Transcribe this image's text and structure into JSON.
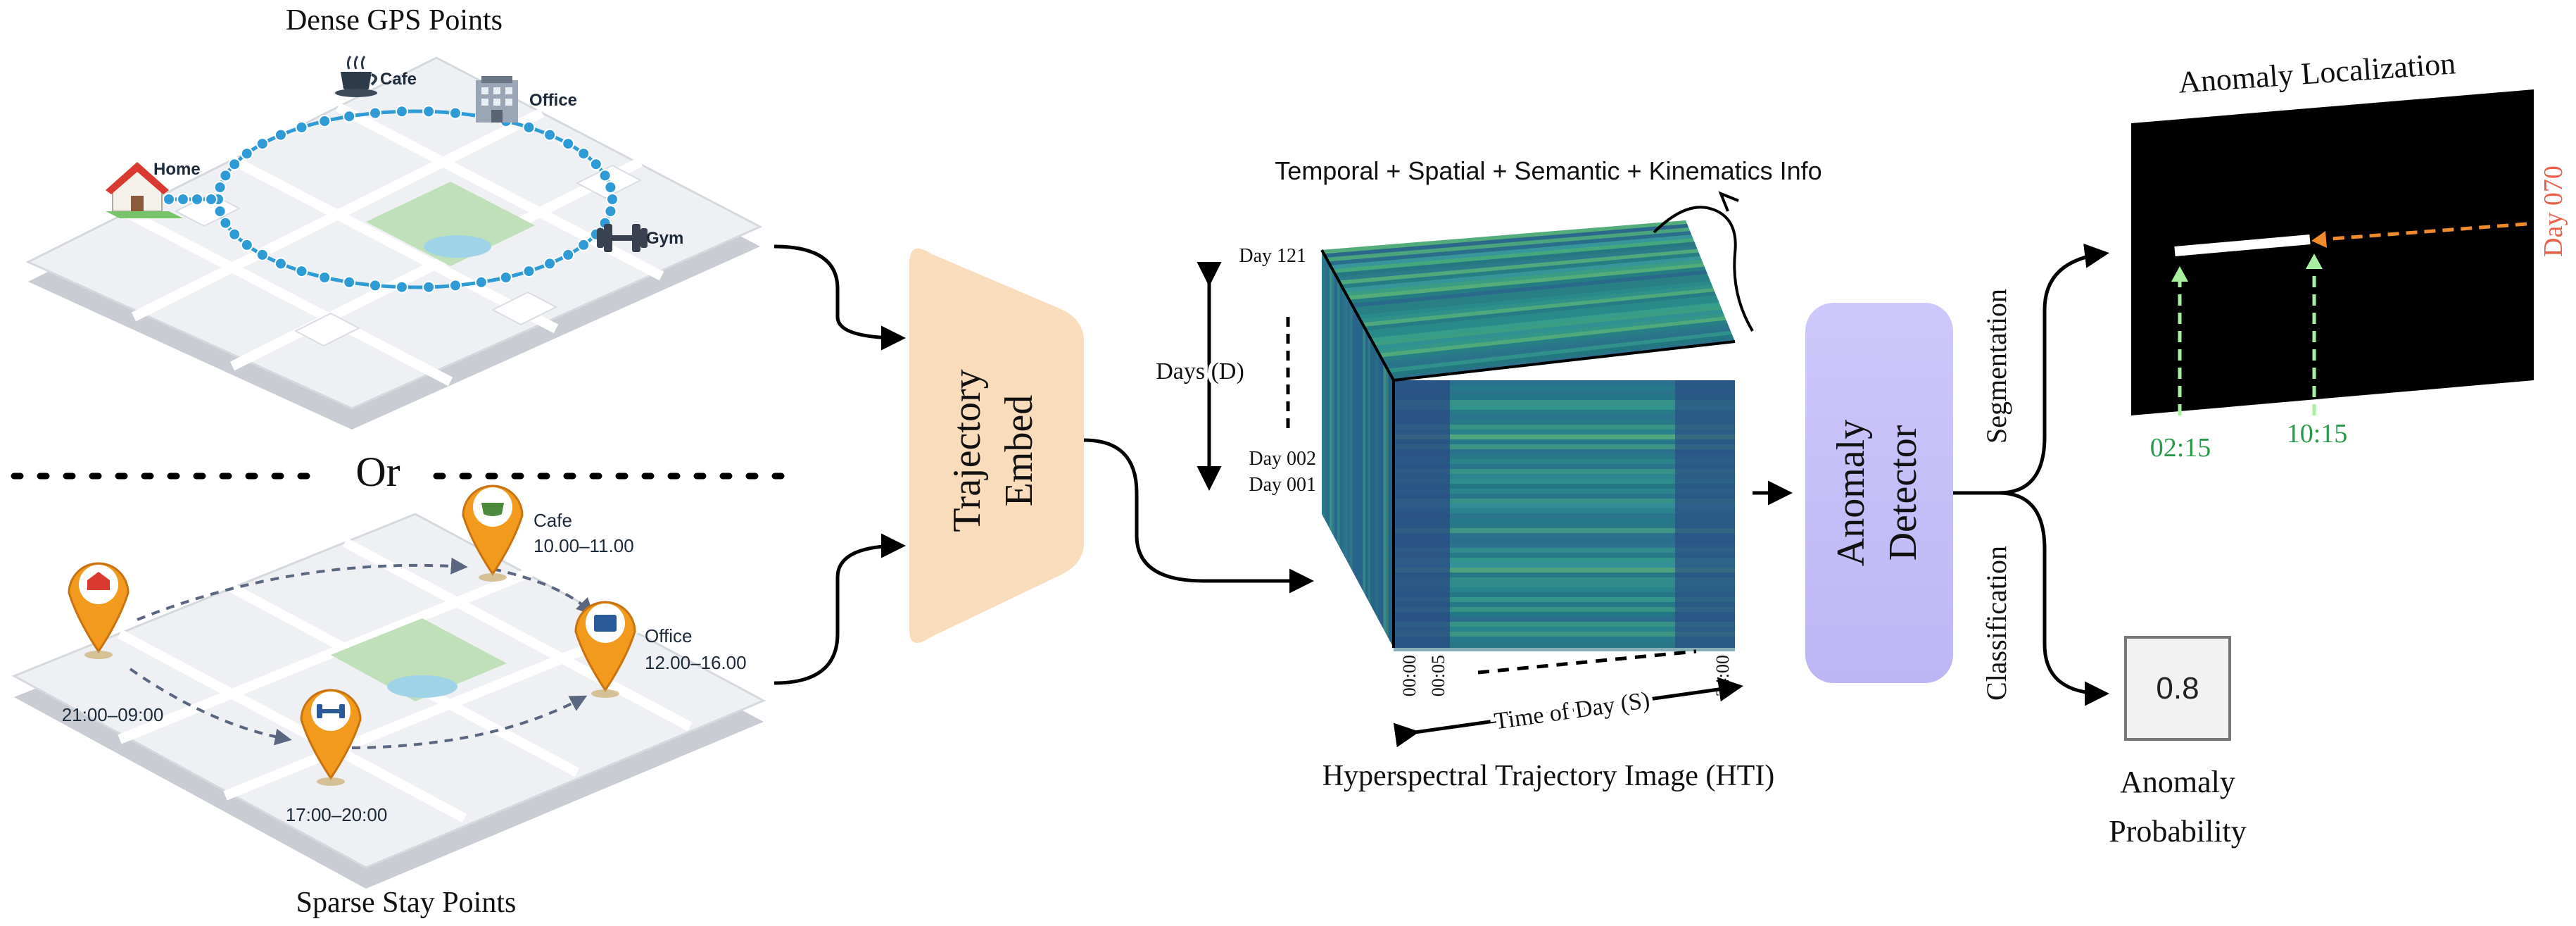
{
  "left_panel": {
    "dense_title": "Dense GPS Points",
    "sparse_title": "Sparse Stay Points",
    "or_label": "Or",
    "dense_places": {
      "home": "Home",
      "cafe": "Cafe",
      "office": "Office",
      "gym": "Gym"
    },
    "sparse_places": {
      "cafe_name": "Cafe",
      "cafe_time": "10.00–11.00",
      "office_name": "Office",
      "office_time": "12.00–16.00",
      "home_time": "21:00–09:00",
      "gym_time": "17:00–20:00"
    }
  },
  "embed_block": {
    "line1": "Trajectory",
    "line2": "Embed"
  },
  "hti": {
    "header": "Temporal + Spatial + Semantic + Kinematics Info",
    "caption": "Hyperspectral Trajectory Image (HTI)",
    "days_axis": "Days (D)",
    "day_top": "Day 121",
    "day_002": "Day 002",
    "day_001": "Day 001",
    "time_axis": "Time of Day (S)",
    "tick_0000": "00:00",
    "tick_0005": "00:05",
    "tick_2400": "24:00"
  },
  "detector": {
    "line1": "Anomaly",
    "line2": "Detector"
  },
  "outputs": {
    "segmentation": "Segmentation",
    "classification": "Classification",
    "localization_title": "Anomaly Localization",
    "day_label": "Day 070",
    "start_time": "02:15",
    "end_time": "10:15",
    "probability_value": "0.8",
    "probability_line1": "Anomaly",
    "probability_line2": "Probability"
  },
  "colors": {
    "embed_fill": "#f9dcbc",
    "detector_fill": "#c8c3f8",
    "gps_point": "#2e9bd6",
    "pin_orange": "#f29a1e",
    "time_green": "#2a9a4a",
    "day_red": "#e8604a",
    "arrow_orange": "#f08a2c",
    "arrow_green": "#a8f0a0",
    "cube_dark": "#2b4a84",
    "cube_mid": "#2a7f8e"
  }
}
